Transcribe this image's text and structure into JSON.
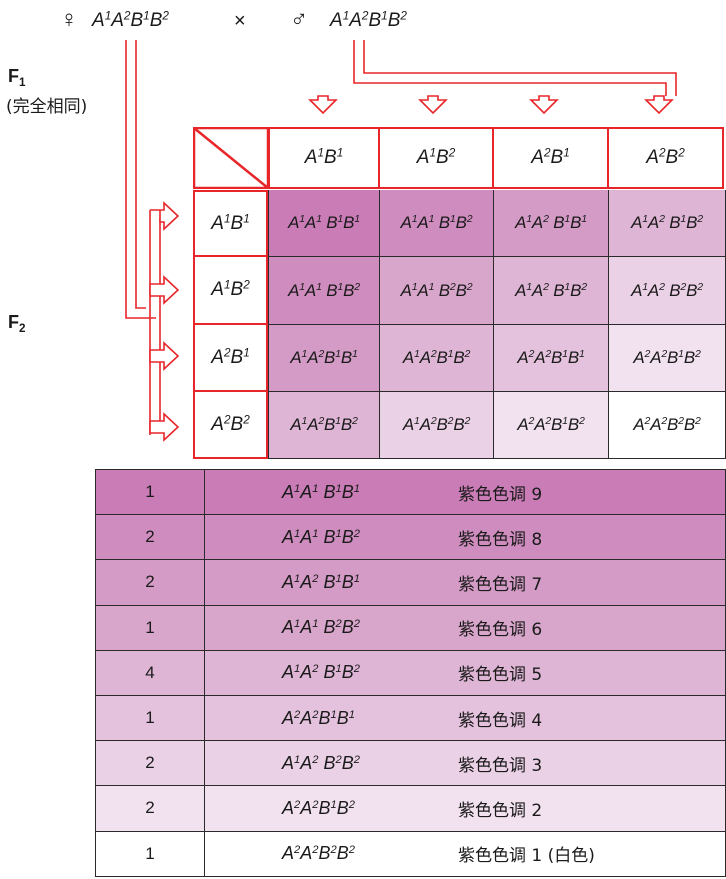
{
  "parents": {
    "female_symbol": "♀",
    "female_genotype": [
      [
        "A",
        "1"
      ],
      [
        "A",
        "2"
      ],
      [
        "B",
        "1"
      ],
      [
        "B",
        "2"
      ]
    ],
    "cross_symbol": "×",
    "male_symbol": "♂",
    "male_genotype": [
      [
        "A",
        "1"
      ],
      [
        "A",
        "2"
      ],
      [
        "B",
        "1"
      ],
      [
        "B",
        "2"
      ]
    ]
  },
  "labels": {
    "f1_main": "F",
    "f1_sub": "1",
    "f1_note": "(完全相同)",
    "f2_main": "F",
    "f2_sub": "2"
  },
  "colors": {
    "line_red": "#e8262a",
    "shade_9": "#c97cb6",
    "shade_8": "#cf8cbe",
    "shade_7": "#d49bc6",
    "shade_6": "#d9a6cb",
    "shade_5": "#deb5d5",
    "shade_4": "#e4c2dd",
    "shade_3": "#ebd1e6",
    "shade_2": "#f2e2ef",
    "shade_1": "#ffffff"
  },
  "punnett": {
    "column_gametes": [
      [
        [
          "A",
          "1"
        ],
        [
          "B",
          "1"
        ]
      ],
      [
        [
          "A",
          "1"
        ],
        [
          "B",
          "2"
        ]
      ],
      [
        [
          "A",
          "2"
        ],
        [
          "B",
          "1"
        ]
      ],
      [
        [
          "A",
          "2"
        ],
        [
          "B",
          "2"
        ]
      ]
    ],
    "row_gametes": [
      [
        [
          "A",
          "1"
        ],
        [
          "B",
          "1"
        ]
      ],
      [
        [
          "A",
          "1"
        ],
        [
          "B",
          "2"
        ]
      ],
      [
        [
          "A",
          "2"
        ],
        [
          "B",
          "1"
        ]
      ],
      [
        [
          "A",
          "2"
        ],
        [
          "B",
          "2"
        ]
      ]
    ],
    "cells": [
      [
        {
          "g": [
            [
              "A",
              "1"
            ],
            [
              "A",
              "1"
            ],
            [
              " ",
              ""
            ],
            [
              "B",
              "1"
            ],
            [
              "B",
              "1"
            ]
          ],
          "shade": 9
        },
        {
          "g": [
            [
              "A",
              "1"
            ],
            [
              "A",
              "1"
            ],
            [
              " ",
              ""
            ],
            [
              "B",
              "1"
            ],
            [
              "B",
              "2"
            ]
          ],
          "shade": 8
        },
        {
          "g": [
            [
              "A",
              "1"
            ],
            [
              "A",
              "2"
            ],
            [
              " ",
              ""
            ],
            [
              "B",
              "1"
            ],
            [
              "B",
              "1"
            ]
          ],
          "shade": 7
        },
        {
          "g": [
            [
              "A",
              "1"
            ],
            [
              "A",
              "2"
            ],
            [
              " ",
              ""
            ],
            [
              "B",
              "1"
            ],
            [
              "B",
              "2"
            ]
          ],
          "shade": 5
        }
      ],
      [
        {
          "g": [
            [
              "A",
              "1"
            ],
            [
              "A",
              "1"
            ],
            [
              " ",
              ""
            ],
            [
              "B",
              "1"
            ],
            [
              "B",
              "2"
            ]
          ],
          "shade": 8
        },
        {
          "g": [
            [
              "A",
              "1"
            ],
            [
              "A",
              "1"
            ],
            [
              " ",
              ""
            ],
            [
              "B",
              "2"
            ],
            [
              "B",
              "2"
            ]
          ],
          "shade": 6
        },
        {
          "g": [
            [
              "A",
              "1"
            ],
            [
              "A",
              "2"
            ],
            [
              " ",
              ""
            ],
            [
              "B",
              "1"
            ],
            [
              "B",
              "2"
            ]
          ],
          "shade": 5
        },
        {
          "g": [
            [
              "A",
              "1"
            ],
            [
              "A",
              "2"
            ],
            [
              " ",
              ""
            ],
            [
              "B",
              "2"
            ],
            [
              "B",
              "2"
            ]
          ],
          "shade": 3
        }
      ],
      [
        {
          "g": [
            [
              "A",
              "1"
            ],
            [
              "A",
              "2"
            ],
            [
              "B",
              "1"
            ],
            [
              "B",
              "1"
            ]
          ],
          "shade": 7
        },
        {
          "g": [
            [
              "A",
              "1"
            ],
            [
              "A",
              "2"
            ],
            [
              "B",
              "1"
            ],
            [
              "B",
              "2"
            ]
          ],
          "shade": 5
        },
        {
          "g": [
            [
              "A",
              "2"
            ],
            [
              "A",
              "2"
            ],
            [
              "B",
              "1"
            ],
            [
              "B",
              "1"
            ]
          ],
          "shade": 4
        },
        {
          "g": [
            [
              "A",
              "2"
            ],
            [
              "A",
              "2"
            ],
            [
              "B",
              "1"
            ],
            [
              "B",
              "2"
            ]
          ],
          "shade": 2
        }
      ],
      [
        {
          "g": [
            [
              "A",
              "1"
            ],
            [
              "A",
              "2"
            ],
            [
              "B",
              "1"
            ],
            [
              "B",
              "2"
            ]
          ],
          "shade": 5
        },
        {
          "g": [
            [
              "A",
              "1"
            ],
            [
              "A",
              "2"
            ],
            [
              "B",
              "2"
            ],
            [
              "B",
              "2"
            ]
          ],
          "shade": 3
        },
        {
          "g": [
            [
              "A",
              "2"
            ],
            [
              "A",
              "2"
            ],
            [
              "B",
              "1"
            ],
            [
              "B",
              "2"
            ]
          ],
          "shade": 2
        },
        {
          "g": [
            [
              "A",
              "2"
            ],
            [
              "A",
              "2"
            ],
            [
              "B",
              "2"
            ],
            [
              "B",
              "2"
            ]
          ],
          "shade": 1
        }
      ]
    ]
  },
  "summary": [
    {
      "count": "1",
      "genotype": [
        [
          "A",
          "1"
        ],
        [
          "A",
          "1"
        ],
        [
          "  ",
          ""
        ],
        [
          "B",
          "1"
        ],
        [
          "B",
          "1"
        ]
      ],
      "color": "紫色色调 9",
      "shade": 9
    },
    {
      "count": "2",
      "genotype": [
        [
          "A",
          "1"
        ],
        [
          "A",
          "1"
        ],
        [
          "  ",
          ""
        ],
        [
          "B",
          "1"
        ],
        [
          "B",
          "2"
        ]
      ],
      "color": "紫色色调 8",
      "shade": 8
    },
    {
      "count": "2",
      "genotype": [
        [
          "A",
          "1"
        ],
        [
          "A",
          "2"
        ],
        [
          " ",
          ""
        ],
        [
          "B",
          "1"
        ],
        [
          "B",
          "1"
        ]
      ],
      "color": "紫色色调 7",
      "shade": 7
    },
    {
      "count": "1",
      "genotype": [
        [
          "A",
          "1"
        ],
        [
          "A",
          "1"
        ],
        [
          "  ",
          ""
        ],
        [
          "B",
          "2"
        ],
        [
          "B",
          "2"
        ]
      ],
      "color": "紫色色调 6",
      "shade": 6
    },
    {
      "count": "4",
      "genotype": [
        [
          "A",
          "1"
        ],
        [
          "A",
          "2"
        ],
        [
          " ",
          ""
        ],
        [
          "B",
          "1"
        ],
        [
          "B",
          "2"
        ]
      ],
      "color": "紫色色调 5",
      "shade": 5
    },
    {
      "count": "1",
      "genotype": [
        [
          "A",
          "2"
        ],
        [
          "A",
          "2"
        ],
        [
          "B",
          "1"
        ],
        [
          "B",
          "1"
        ]
      ],
      "color": "紫色色调 4",
      "shade": 4
    },
    {
      "count": "2",
      "genotype": [
        [
          "A",
          "1"
        ],
        [
          "A",
          "2"
        ],
        [
          " ",
          ""
        ],
        [
          "B",
          "2"
        ],
        [
          "B",
          "2"
        ]
      ],
      "color": "紫色色调 3",
      "shade": 3
    },
    {
      "count": "2",
      "genotype": [
        [
          "A",
          "2"
        ],
        [
          "A",
          "2"
        ],
        [
          "B",
          "1"
        ],
        [
          "B",
          "2"
        ]
      ],
      "color": "紫色色调 2",
      "shade": 2
    },
    {
      "count": "1",
      "genotype": [
        [
          "A",
          "2"
        ],
        [
          "A",
          "2"
        ],
        [
          "B",
          "2"
        ],
        [
          "B",
          "2"
        ]
      ],
      "color": "紫色色调 1 (白色)",
      "shade": 1
    }
  ]
}
